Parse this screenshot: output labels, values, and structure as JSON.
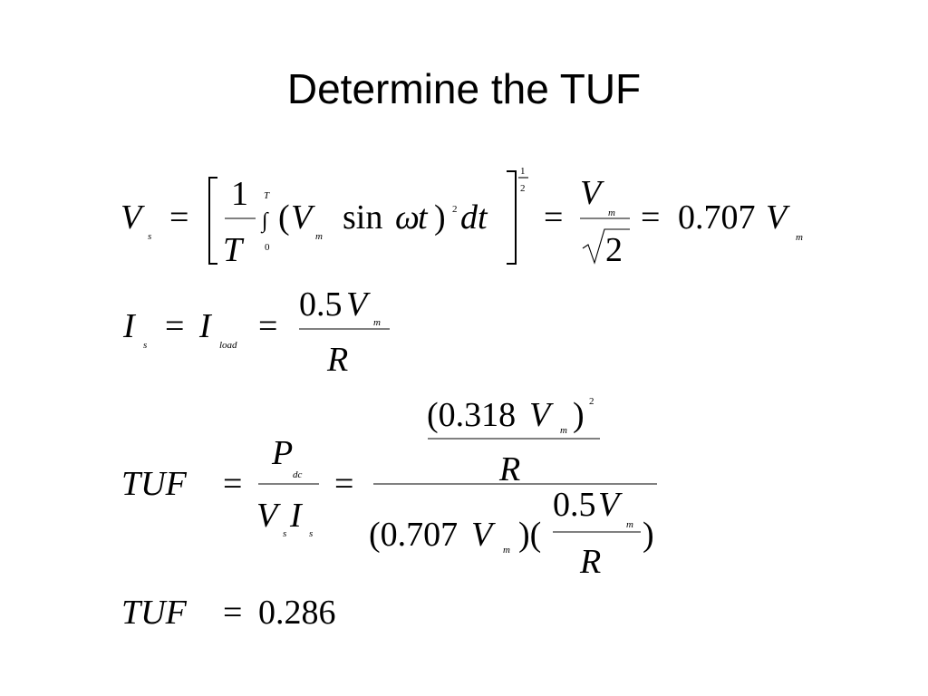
{
  "slide": {
    "title": "Determine the TUF"
  },
  "eq1": {
    "lhs": "V",
    "lhs_sub": "s",
    "equals": "=",
    "frac_num": "1",
    "frac_den": "T",
    "int_upper": "T",
    "integral": "∫",
    "int_lower": "0",
    "open_paren": "(",
    "v": "V",
    "v_sub": "m",
    "sin": "sin",
    "omega": "ω",
    "t": "t",
    "close_paren": ")",
    "square": "2",
    "dt": "dt",
    "power_num": "1",
    "power_den": "2",
    "equals2": "=",
    "rhs_num": "V",
    "rhs_num_sub": "m",
    "sqrt_arg": "2",
    "equals3": "=",
    "coef": "0.707",
    "rhs_v": "V",
    "rhs_v_sub": "m"
  },
  "eq2": {
    "lhs": "I",
    "lhs_sub": "s",
    "equals": "=",
    "i_load": "I",
    "i_load_sub": "load",
    "equals2": "=",
    "num_coef": "0.5",
    "num_v": "V",
    "num_v_sub": "m",
    "den": "R"
  },
  "eq3": {
    "lhs": "TUF",
    "equals": "=",
    "p": "P",
    "p_sub": "dc",
    "v": "V",
    "v_sub": "s",
    "i": "I",
    "i_sub": "s",
    "equals2": "=",
    "top_num_open": "(0.318",
    "top_num_v": "V",
    "top_num_v_sub": "m",
    "top_num_close": ")",
    "top_num_power": "2",
    "top_den": "R",
    "bottom_open": "(0.707",
    "bottom_v": "V",
    "bottom_v_sub": "m",
    "bottom_mid": ")(",
    "inner_num_coef": "0.5",
    "inner_num_v": "V",
    "inner_num_v_sub": "m",
    "inner_den": "R",
    "bottom_close": ")"
  },
  "eq4": {
    "lhs": "TUF",
    "equals": "=",
    "value": "0.286"
  }
}
